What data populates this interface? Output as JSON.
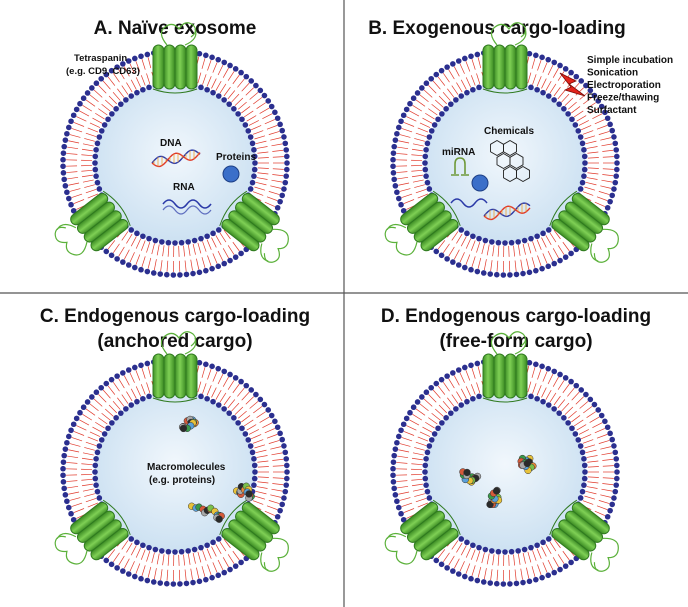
{
  "panels": {
    "a": {
      "title": "A. Naïve exosome",
      "tetraspanin_line1": "Tetraspanin",
      "tetraspanin_line2": "(e.g. CD9, CD63)",
      "dna": "DNA",
      "rna": "RNA",
      "proteins": "Proteins"
    },
    "b": {
      "title": "B. Exogenous cargo-loading",
      "mirna": "miRNA",
      "chemicals": "Chemicals",
      "methods": [
        "Simple incubation",
        "Sonication",
        "Electroporation",
        "Freeze/thawing",
        "Surfactant"
      ]
    },
    "c": {
      "title_line1": "C. Endogenous cargo-loading",
      "title_line2": "(anchored cargo)",
      "macro_line1": "Macromolecules",
      "macro_line2": "(e.g. proteins)"
    },
    "d": {
      "title_line1": "D. Endogenous cargo-loading",
      "title_line2": "(free-form cargo)"
    }
  },
  "colors": {
    "lipid_head": "#2b2f8f",
    "lipid_tail": "#e0392b",
    "lumen": "#dbeaf7",
    "protein_green": "#5bb13a",
    "protein_green_dark": "#2f7a1f",
    "divider": "#555555",
    "lightning": "#e3231b"
  },
  "icons": {
    "lightning": "lightning-bolt-icon",
    "benzene": "polycyclic-aromatic-icon",
    "hairpin": "mirna-hairpin-icon"
  }
}
